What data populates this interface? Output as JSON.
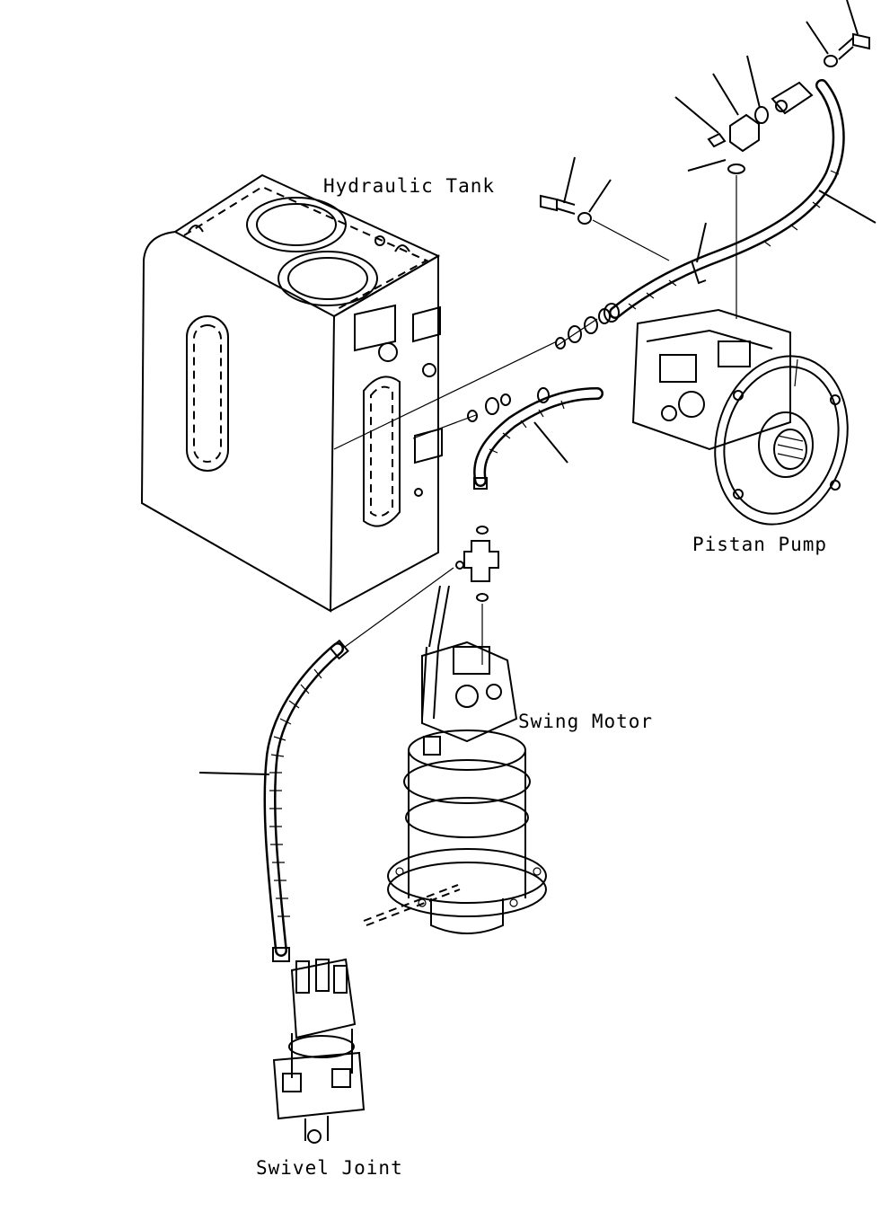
{
  "labels": {
    "hydraulic_tank": "Hydraulic Tank",
    "piston_pump": "Pistan Pump",
    "swing_motor": "Swing Motor",
    "swivel_joint": "Swivel Joint"
  },
  "colors": {
    "line": "#000000",
    "background": "#ffffff"
  }
}
